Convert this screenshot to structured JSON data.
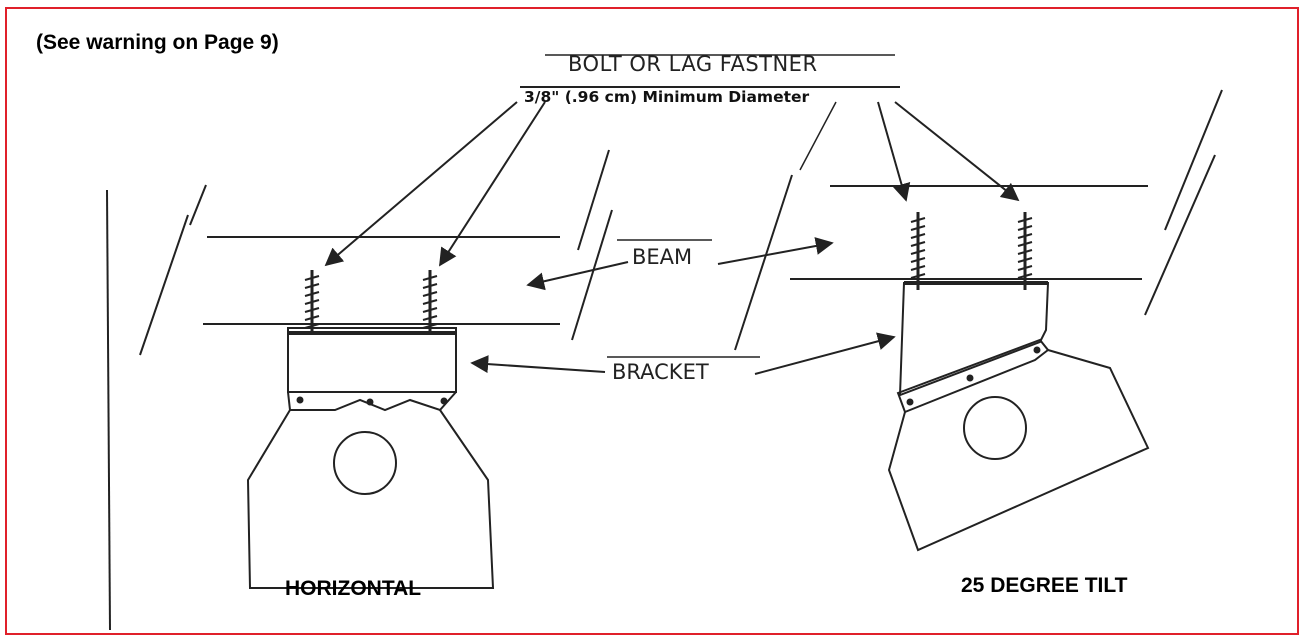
{
  "warning": "(See warning on Page 9)",
  "fastener": {
    "title": "BOLT OR LAG FASTNER",
    "spec": "3/8\" (.96 cm) Minimum Diameter"
  },
  "labels": {
    "beam": "BEAM",
    "bracket": "BRACKET"
  },
  "views": {
    "horizontal": "HORIZONTAL",
    "tilt": "25 DEGREE TILT"
  },
  "colors": {
    "frame": "#e0202a",
    "ink": "#222222"
  }
}
